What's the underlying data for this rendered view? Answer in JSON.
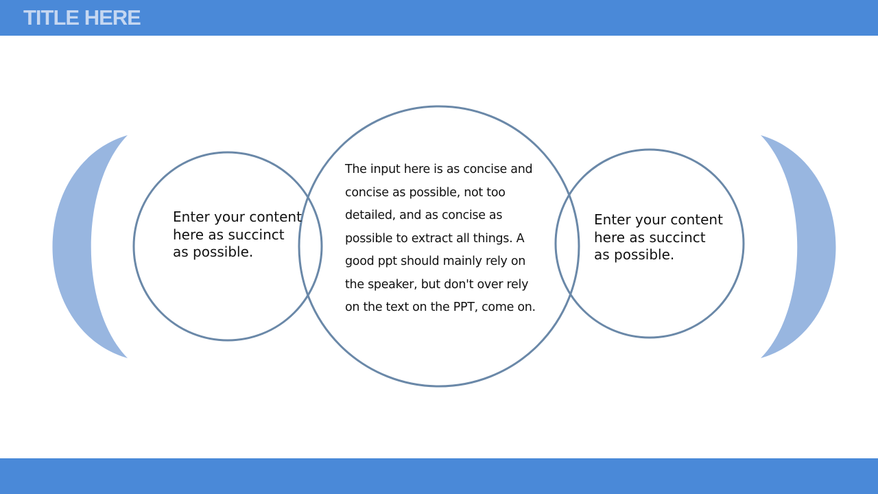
{
  "header": {
    "title": "TITLE HERE"
  },
  "diagram": {
    "left_circle_text": "Enter your content here as succinct as possible.",
    "center_circle_text": "The input here is as concise and concise as possible, not too detailed, and as concise as possible to extract all things. A good ppt should mainly rely on the speaker, but don't over rely on the text on the PPT, come on.",
    "right_circle_text": "Enter your content here as succinct as possible."
  },
  "colors": {
    "bar": "#4a89d8",
    "title_text": "#c5d7f1",
    "circle_stroke": "#6a88a8",
    "crescent_fill": "#98b6e0"
  }
}
